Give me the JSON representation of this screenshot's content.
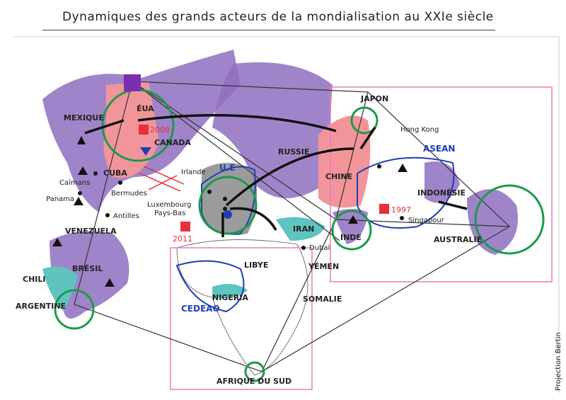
{
  "title": "Dynamiques des grands acteurs de la mondialisation au XXIe siècle",
  "credit": "Projection Bertin",
  "colors": {
    "usa_china": "#f2959b",
    "powers": "#8f6fc0",
    "emerging": "#5fc4c0",
    "eu": "#8a8a8a",
    "circles": "#1a9a4a",
    "frames": "#e87bbf",
    "blue": "#1f3fb5",
    "red": "#e8303a",
    "purple_square": "#7b2fb0"
  },
  "labels": {
    "eua": "ÉUA",
    "mexique": "MEXIQUE",
    "canada": "CANADA",
    "y2008": "2008",
    "cuba": "CUBA",
    "caimans": "Caïmans",
    "panama": "Panama",
    "bermudes": "Bermudes",
    "antilles": "Antilles",
    "venezuela": "VENEZUELA",
    "bresil": "BRÉSIL",
    "chili": "CHILI",
    "argentine": "ARGENTINE",
    "irlande": "Irlande",
    "ue": "U.E",
    "luxembourg": "Luxembourg",
    "paysbas": "Pays-Bas",
    "y2011": "2011",
    "russie": "RUSSIE",
    "iran": "IRAN",
    "dubai": "Dubaï",
    "yemen": "YÉMEN",
    "libye": "LIBYE",
    "nigeria": "NIGERIA",
    "cedeao": "CEDEAO",
    "somalie": "SOMALIE",
    "afriquesud": "AFRIQUE DU SUD",
    "japon": "JAPON",
    "chine": "CHINE",
    "hongkong": "Hong Kong",
    "asean": "ASEAN",
    "indonesie": "INDONÉSIE",
    "y1997": "1997",
    "singapour": "Singapour",
    "inde": "INDE",
    "australie": "AUSTRALIE"
  }
}
